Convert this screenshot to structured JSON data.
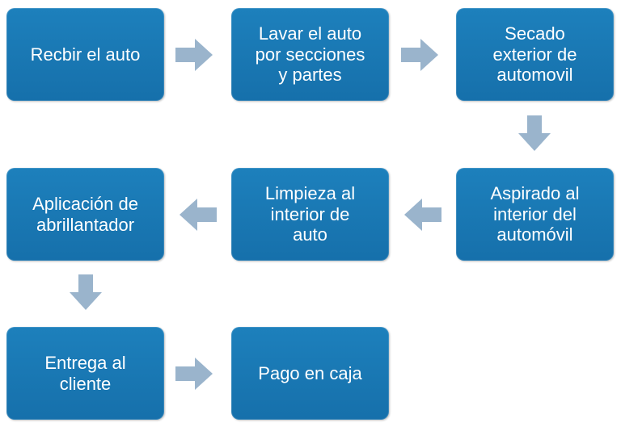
{
  "diagram": {
    "steps": [
      {
        "id": "recibir",
        "label": "Recbir el auto"
      },
      {
        "id": "lavar",
        "label": "Lavar el auto\npor secciones\ny partes"
      },
      {
        "id": "secado",
        "label": "Secado\nexterior de\nautomovil"
      },
      {
        "id": "aspirado",
        "label": "Aspirado al\ninterior del\nautomóvil"
      },
      {
        "id": "limpieza",
        "label": "Limpieza al\ninterior de\nauto"
      },
      {
        "id": "aplicacion",
        "label": "Aplicación de\nabrillantador"
      },
      {
        "id": "entrega",
        "label": "Entrega al\ncliente"
      },
      {
        "id": "pago",
        "label": "Pago en caja"
      }
    ],
    "colors": {
      "box": "#1a78b5",
      "arrow": "#9ab4cc",
      "text": "#ffffff"
    }
  }
}
